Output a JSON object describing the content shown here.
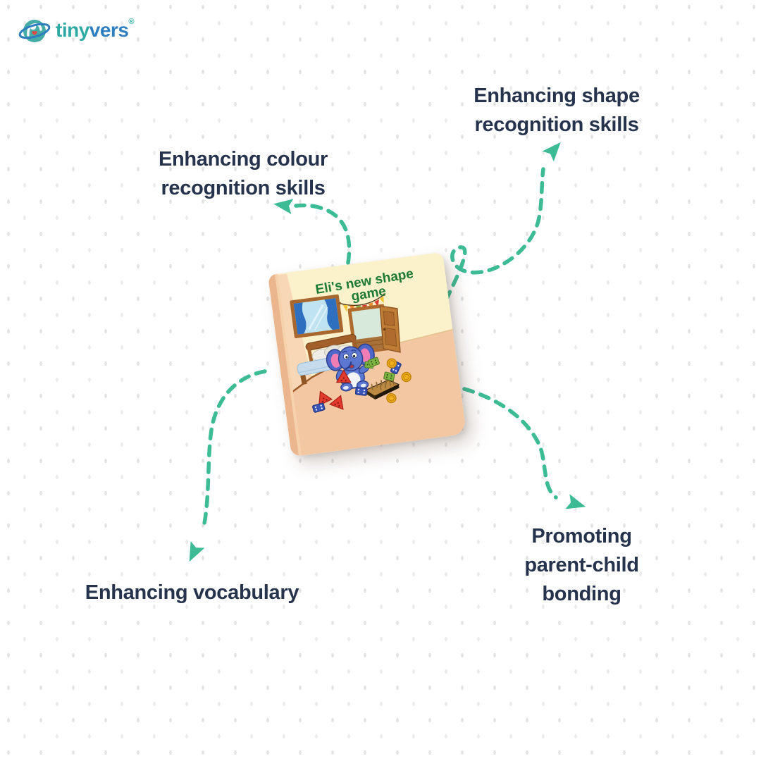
{
  "brand": {
    "name_part1": "tiny",
    "name_part2": "vers",
    "registered_mark": "®"
  },
  "benefits": {
    "shape": {
      "line1": "Enhancing shape",
      "line2": "recognition skills"
    },
    "colour": {
      "line1": "Enhancing colour",
      "line2": "recognition skills"
    },
    "vocabulary": {
      "line1": "Enhancing vocabulary"
    },
    "bonding": {
      "line1": "Promoting",
      "line2": "parent-child",
      "line3": "bonding"
    }
  },
  "book_cover": {
    "title_line1": "Eli's new shape",
    "title_line2": "game"
  },
  "colors": {
    "benefit_text": "#26334D",
    "arrow": "#3CBB95",
    "book_title": "#1E7A33",
    "brand_teal": "#2FA9A4",
    "brand_blue": "#2E7EC0"
  }
}
